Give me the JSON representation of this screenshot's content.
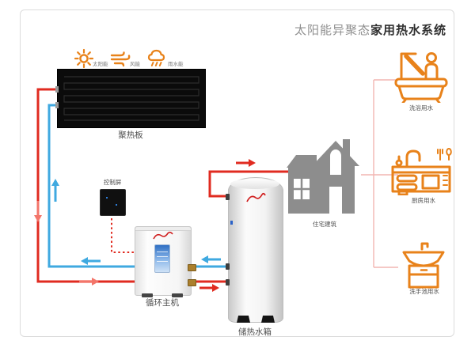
{
  "title": {
    "prefix": "太阳能异聚态",
    "main": "家用热水系统"
  },
  "energy_sources": [
    {
      "icon": "sun-icon",
      "label": "太阳能"
    },
    {
      "icon": "wind-icon",
      "label": "风能"
    },
    {
      "icon": "rain-icon",
      "label": "雨水能"
    }
  ],
  "components": {
    "collector_panel": {
      "label": "聚热板"
    },
    "control_screen": {
      "label": "控制屏"
    },
    "host_unit": {
      "label": "循环主机"
    },
    "storage_tank": {
      "label": "储热水箱"
    },
    "house": {
      "label": "住宅建筑"
    }
  },
  "fixtures": [
    {
      "icon": "bathtub-icon",
      "label": "洗浴用水"
    },
    {
      "icon": "kitchen-sink-icon",
      "label": "厨房用水"
    },
    {
      "icon": "washbasin-icon",
      "label": "洗手池用水"
    }
  ],
  "colors": {
    "hot_pipe": "#e02b20",
    "hot_arrow_light": "#f3756a",
    "cold_pipe": "#3fa9e0",
    "branch_pipe": "#f2b6b2",
    "control_wire": "#e02b20",
    "accent_orange": "#e8821a",
    "panel_black": "#0b0b0b",
    "house_gray": "#8d8d8d"
  }
}
